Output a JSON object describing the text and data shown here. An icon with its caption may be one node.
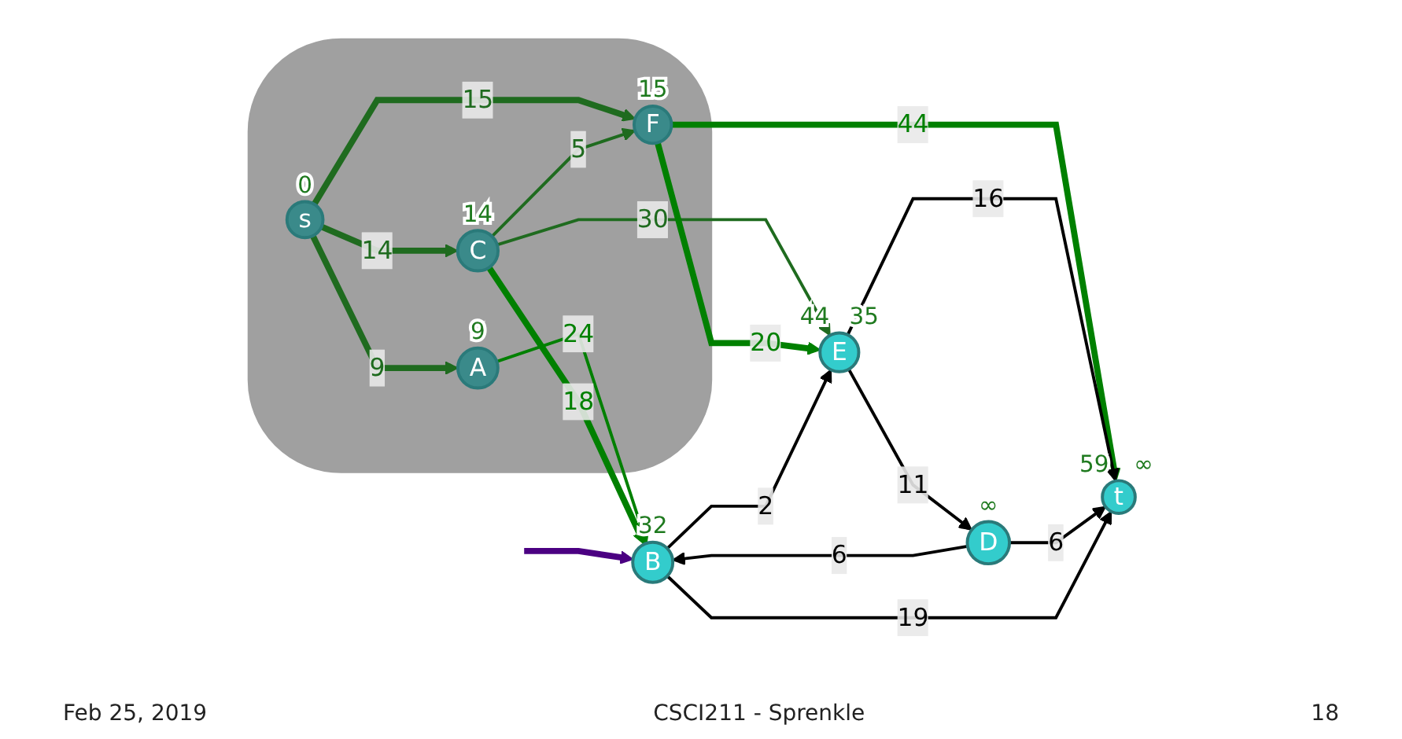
{
  "diagram": {
    "nodes": [
      {
        "text": [],
        "shape": "cloud"
      },
      {
        "text": [
          "s"
        ],
        "in": 0,
        "beside": [
          "0"
        ]
      },
      {
        "text": [
          "A"
        ],
        "in": 0,
        "beside": [
          "9"
        ]
      },
      {
        "text": [
          "C"
        ],
        "in": 0,
        "beside": [
          "14"
        ]
      },
      {
        "text": [
          "F"
        ],
        "in": 0,
        "beside": [
          "15"
        ]
      },
      {
        "text": [
          "B"
        ],
        "beside": [
          "32"
        ]
      },
      {
        "text": [
          "E"
        ],
        "beside": [
          "44",
          "35"
        ]
      },
      {
        "text": [
          "D"
        ],
        "beside": [
          "∞"
        ]
      },
      {
        "text": [
          "t"
        ],
        "beside": [
          "59",
          "∞"
        ]
      }
    ],
    "edges": [
      {
        "from": 1,
        "to": 2,
        "arrow": "to",
        "label": "9",
        "style": "thick",
        "color": "#1f6b1f"
      },
      {
        "from": 1,
        "to": 3,
        "arrow": "to",
        "label": "14",
        "style": "thick",
        "color": "#1f6b1f"
      },
      {
        "from": 1,
        "to": 4,
        "arrow": "to",
        "label": "15",
        "style": "thick",
        "color": "#1f6b1f"
      },
      {
        "from": 2,
        "to": 5,
        "arrow": "to",
        "label": "24",
        "color": "#008000"
      },
      {
        "from": 3,
        "to": 5,
        "arrow": "to",
        "label": "18",
        "style": "thick",
        "color": "#008000"
      },
      {
        "from": 3,
        "to": 6,
        "arrow": "to",
        "label": "30",
        "color": "#1f6b1f"
      },
      {
        "from": 3,
        "to": 4,
        "arrow": "to",
        "label": "5",
        "color": "#1f6b1f"
      },
      {
        "from": 4,
        "to": 6,
        "arrow": "to",
        "label": "20",
        "style": "thick",
        "color": "#008000"
      },
      {
        "from": 4,
        "to": 8,
        "arrow": "to",
        "label": "44",
        "style": "thick",
        "color": "#008000"
      },
      {
        "from": 5,
        "to": 6,
        "arrow": "to",
        "label": "2",
        "color": "#000000"
      },
      {
        "from": 6,
        "to": 7,
        "arrow": "to",
        "label": "11",
        "color": "#000000"
      },
      {
        "from": 6,
        "to": 8,
        "arrow": "to",
        "label": "16",
        "color": "#000000"
      },
      {
        "from": 7,
        "to": 5,
        "arrow": "to",
        "label": "6",
        "color": "#000000"
      },
      {
        "from": 7,
        "to": 8,
        "arrow": "to",
        "label": "6",
        "color": "#000000"
      },
      {
        "from": 5,
        "to": 8,
        "arrow": "to",
        "label": "19",
        "color": "#000000"
      },
      {
        "from": null,
        "to": 5,
        "arrow": "to",
        "style": "thick",
        "color": "#4b0082"
      }
    ],
    "labels": [
      "Feb 25, 2019",
      "CSCI211 - Sprenkle",
      "18"
    ]
  }
}
